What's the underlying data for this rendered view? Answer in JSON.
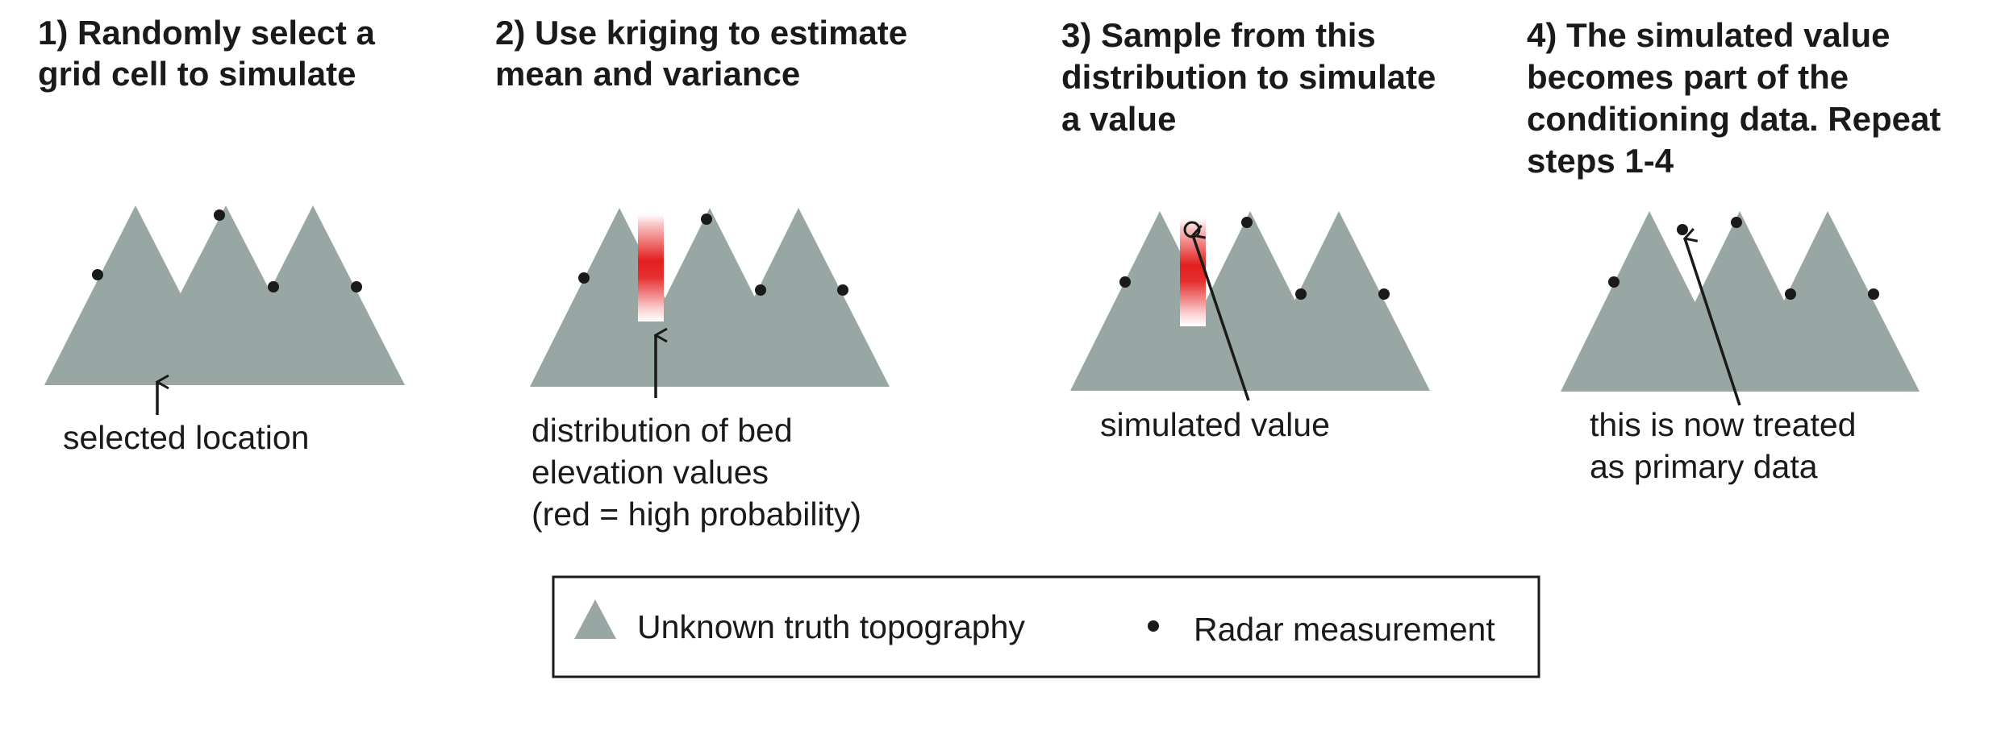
{
  "steps": [
    {
      "title_lines": [
        "1) Randomly select a",
        "grid cell to simulate"
      ],
      "caption_lines": [
        "selected location"
      ]
    },
    {
      "title_lines": [
        "2) Use kriging to estimate",
        "mean and variance"
      ],
      "caption_lines": [
        "distribution of bed",
        "elevation values",
        "(red = high probability)"
      ]
    },
    {
      "title_lines": [
        "3) Sample from this",
        "distribution to simulate",
        "a value"
      ],
      "caption_lines": [
        "simulated value"
      ]
    },
    {
      "title_lines": [
        "4) The simulated value",
        "becomes part of the",
        "conditioning data. Repeat",
        "steps 1-4"
      ],
      "caption_lines": [
        "this is now treated",
        "as primary data"
      ]
    }
  ],
  "legend": {
    "topography_label": "Unknown truth topography",
    "radar_label": "Radar measurement"
  },
  "colors": {
    "topography": "#99a7a4",
    "high_probability": "#e31f1f",
    "marker": "#1a1a1a",
    "text": "#1a1a1a"
  }
}
